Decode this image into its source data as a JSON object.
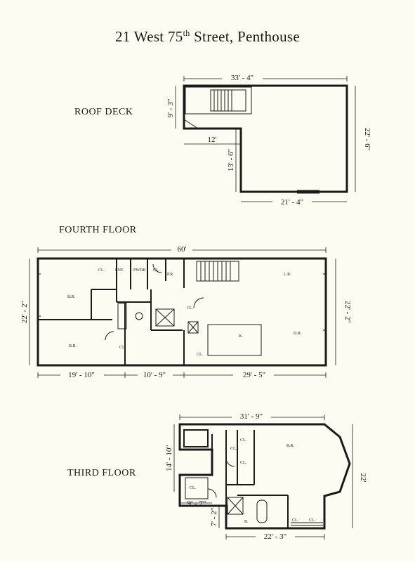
{
  "title": {
    "main": "21 West 75",
    "sup": "th",
    "rest": " Street, Penthouse"
  },
  "sections": {
    "roof_deck": {
      "label": "ROOF DECK",
      "dims": {
        "top_width": "33' - 4\"",
        "left_height": "9' - 3\"",
        "inset_width": "12'",
        "inset_height": "13' - 6\"",
        "right_height": "22' - 6\"",
        "bottom_width": "21' - 4\""
      }
    },
    "fourth_floor": {
      "label": "FOURTH FLOOR",
      "dims": {
        "overall_width": "60'",
        "left_height": "22' - 2\"",
        "right_height": "22' - 2\"",
        "bottom_left": "19' - 10\"",
        "bottom_mid": "10' - 9\"",
        "bottom_right": "29' - 5\""
      },
      "rooms": {
        "cl1": "CL.",
        "ent": "ENT.",
        "pwdr": "PWDR",
        "cl2": "CL.",
        "pr": "P.R.",
        "br1": "B.R.",
        "br2": "B.R.",
        "cl3": "CL.",
        "cl4": "CL.",
        "lr": "L.R.",
        "k": "K.",
        "dr": "D.R.",
        "cl5": "CL."
      }
    },
    "third_floor": {
      "label": "THIRD FLOOR",
      "dims": {
        "top_width": "31' - 9\"",
        "left_height": "14' - 10\"",
        "right_height": "22'",
        "bottom_left": "9' - 7\"",
        "left_lower": "7' - 2\"",
        "bottom_width": "22' - 3\""
      },
      "rooms": {
        "br": "B.R.",
        "cl1": "CL.",
        "cl2": "CL.",
        "cl3": "CL.",
        "cl4": "CL.",
        "b": "B.",
        "cl5": "CL.",
        "cl6": "CL."
      }
    }
  }
}
